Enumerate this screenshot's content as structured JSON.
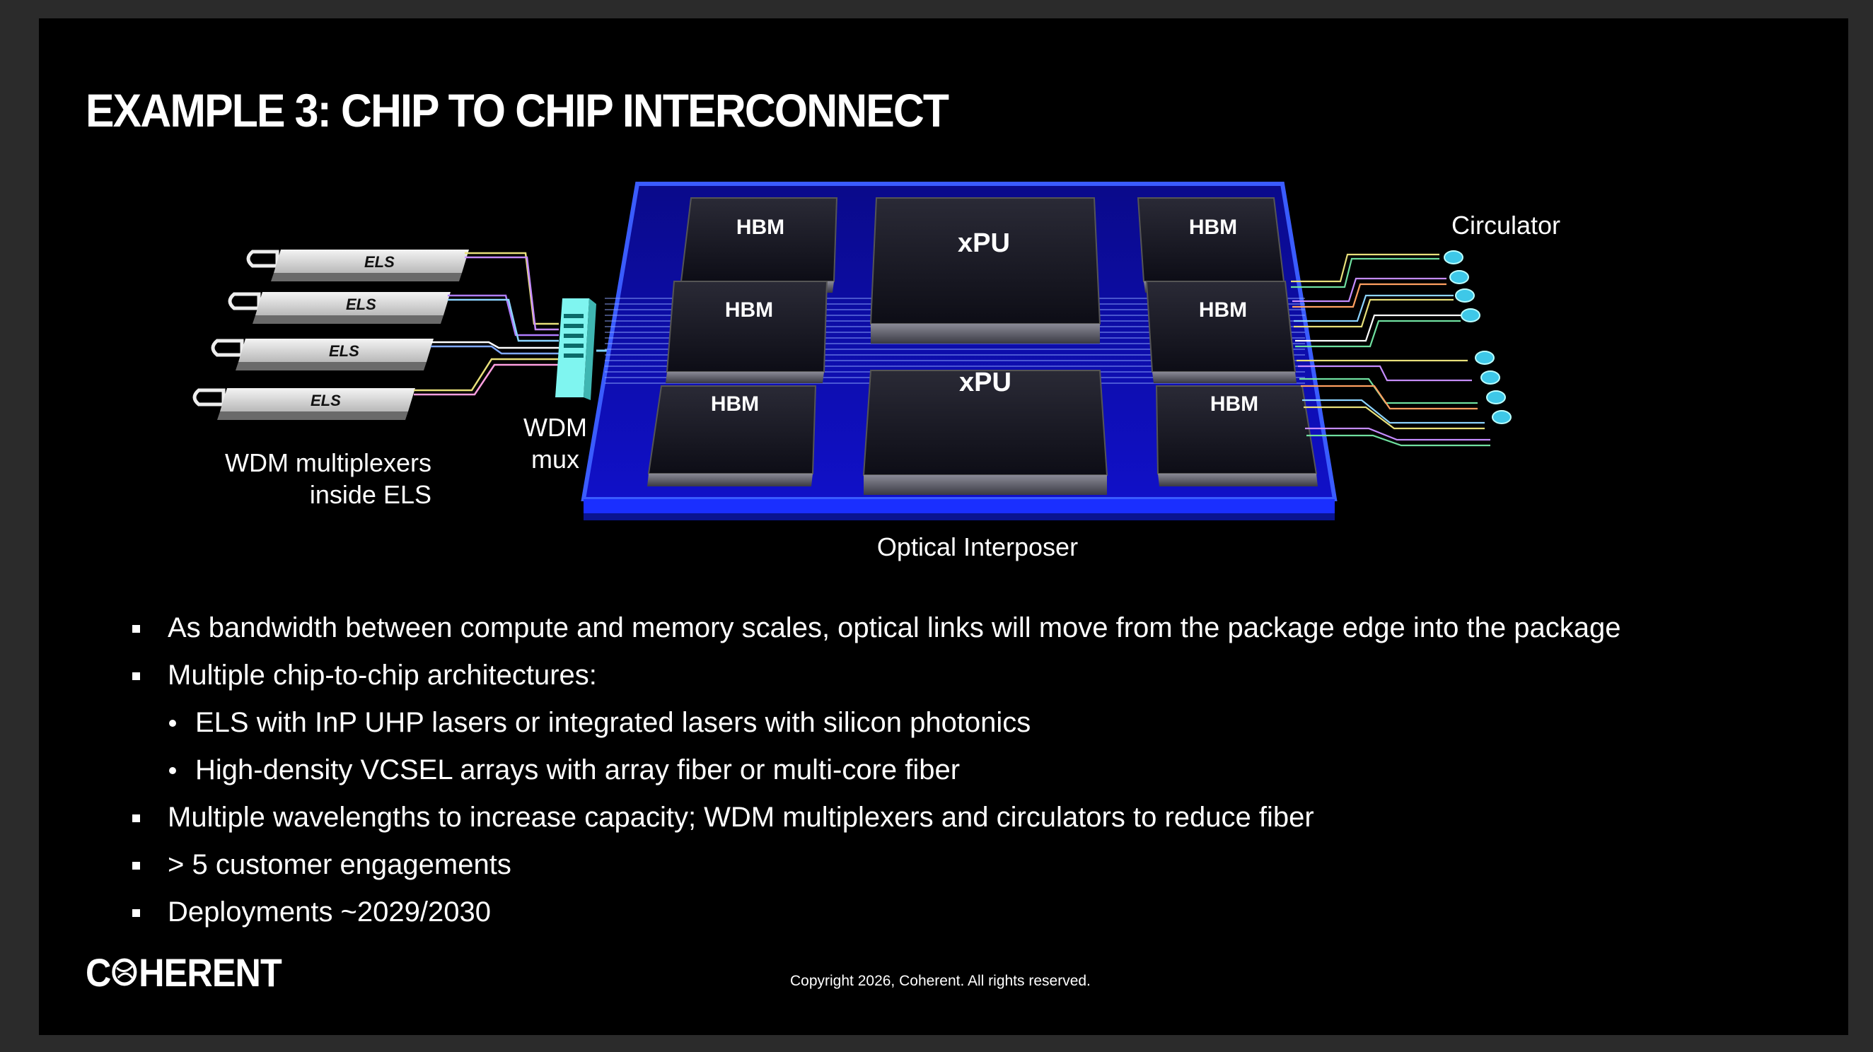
{
  "title": "EXAMPLE 3:  CHIP TO CHIP INTERCONNECT",
  "diagram": {
    "els_modules": [
      "ELS",
      "ELS",
      "ELS",
      "ELS"
    ],
    "els_caption": [
      "WDM multiplexers",
      "inside ELS"
    ],
    "wdm_caption": [
      "WDM",
      "mux"
    ],
    "hbm_label": "HBM",
    "xpu_label": "xPU",
    "interposer_caption": "Optical Interposer",
    "circulator_caption": "Circulator"
  },
  "bullets": [
    {
      "level": 1,
      "text": "As bandwidth between compute and memory scales, optical links will move from the package edge into the package"
    },
    {
      "level": 1,
      "text": "Multiple chip-to-chip architectures:"
    },
    {
      "level": 2,
      "text": "ELS with InP UHP lasers or integrated lasers with silicon photonics"
    },
    {
      "level": 2,
      "text": "High-density VCSEL arrays with array fiber or multi-core fiber"
    },
    {
      "level": 1,
      "text": "Multiple wavelengths to increase capacity; WDM multiplexers and circulators to reduce fiber"
    },
    {
      "level": 1,
      "text": "> 5 customer engagements"
    },
    {
      "level": 1,
      "text": "Deployments ~2029/2030"
    }
  ],
  "footer": {
    "logo": "COHERENT",
    "logo_parts": [
      "C",
      "HERENT"
    ],
    "copyright": "Copyright 2026, Coherent. All rights reserved."
  },
  "colors": {
    "background": "#000000",
    "frame": "#2b2b2b",
    "interposer_blue": "#1a2fff",
    "wdm_cyan": "#7ff5f0",
    "circulator_cyan": "#3ec8e8"
  }
}
